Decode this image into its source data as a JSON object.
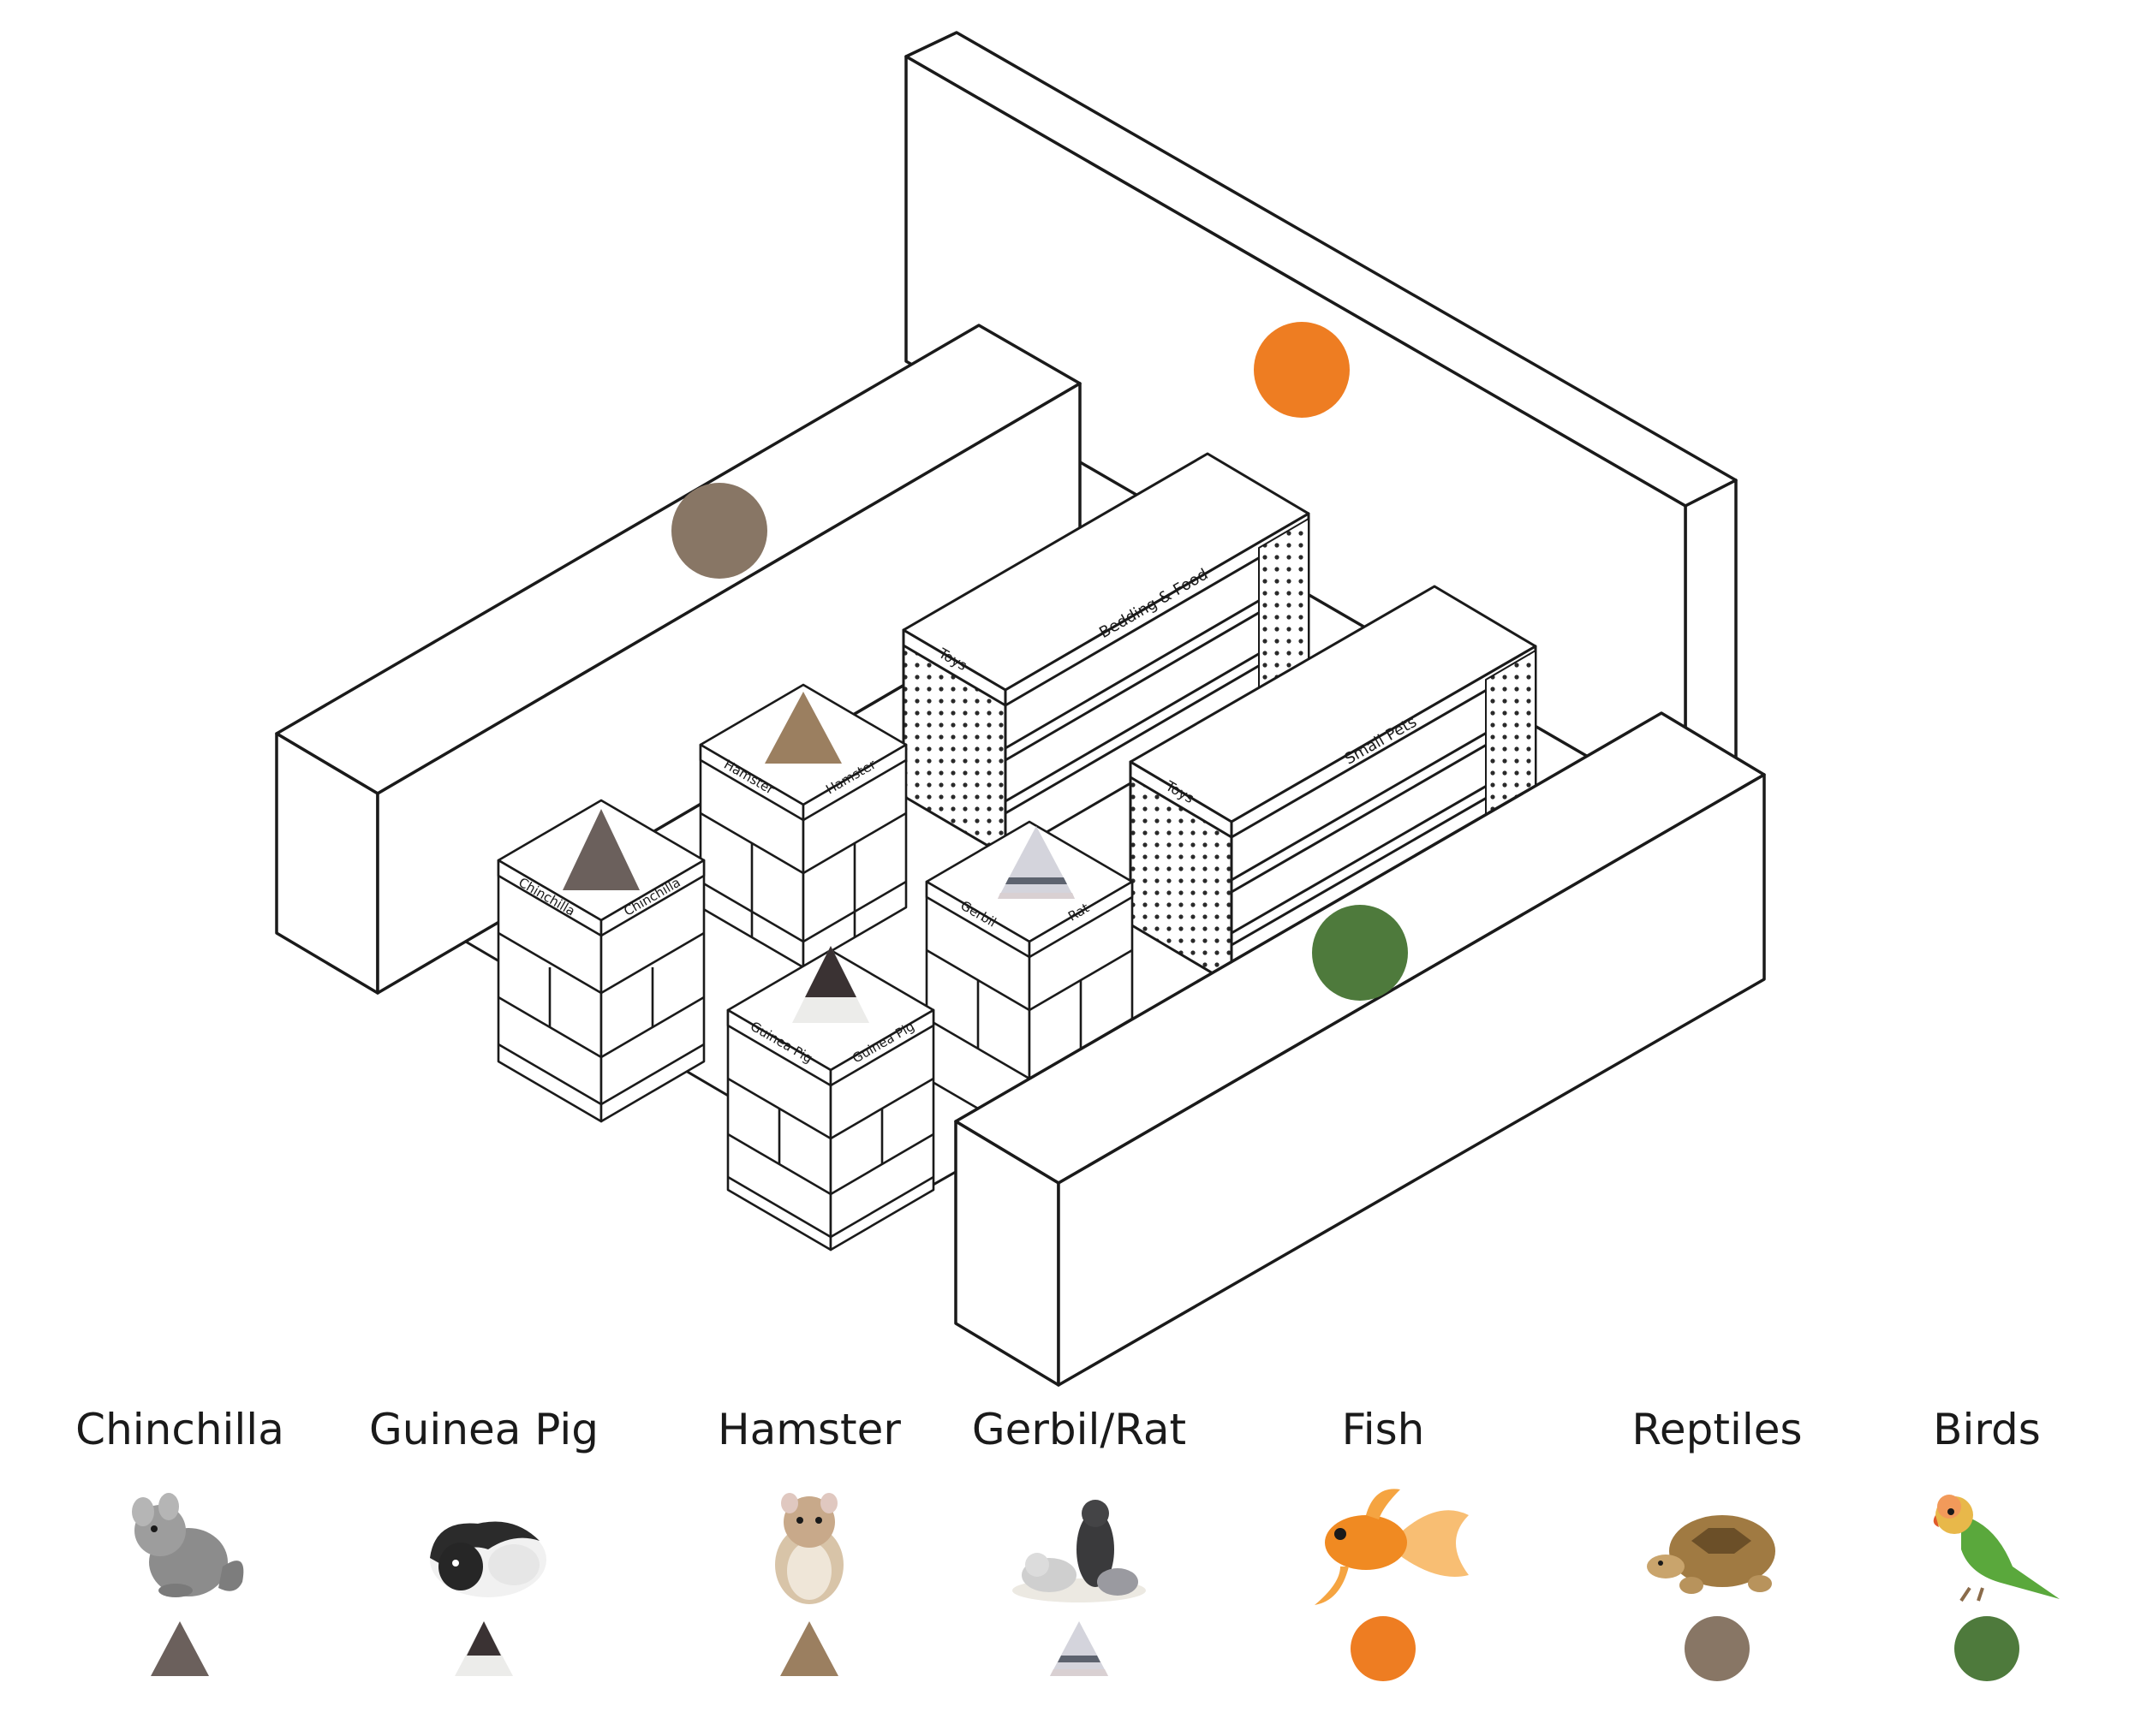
{
  "colors": {
    "fish": "#ee7d22",
    "reptiles": "#887665",
    "birds": "#4e7a3c",
    "chinchilla": "#6b605c",
    "hamster": "#9b7f60",
    "guinea_pig_dark": "#3a3233",
    "guinea_pig_light": "#ececea",
    "gerbil_light": "#d4d4dc",
    "gerbil_band": "#5d636f",
    "gerbil_base": "#d9d0d2",
    "line": "#1a1a1a"
  },
  "shelf_labels": {
    "bedding_food": "Bedding & Food",
    "small_pets": "Small Pets",
    "toys_left": "Toys",
    "toys_right": "Toys"
  },
  "cage_labels": {
    "hamster_a": "Hamster",
    "hamster_b": "Hamster",
    "chinchilla_a": "Chinchilla",
    "chinchilla_b": "Chinchilla",
    "gerbil_a": "Gerbil",
    "gerbil_b": "Rat",
    "guinea_a": "Guinea Pig",
    "guinea_b": "Guinea Pig"
  },
  "legend": [
    {
      "label": "Chinchilla",
      "marker": "triangle-chinchilla",
      "icon": "chinchilla-photo"
    },
    {
      "label": "Guinea Pig",
      "marker": "triangle-guinea-pig",
      "icon": "guinea-pig-photo"
    },
    {
      "label": "Hamster",
      "marker": "triangle-hamster",
      "icon": "hamster-photo"
    },
    {
      "label": "Gerbil/Rat",
      "marker": "triangle-gerbil-rat",
      "icon": "gerbil-rat-photo"
    },
    {
      "label": "Fish",
      "marker": "circle-fish",
      "icon": "goldfish-photo"
    },
    {
      "label": "Reptiles",
      "marker": "circle-reptiles",
      "icon": "tortoise-photo"
    },
    {
      "label": "Birds",
      "marker": "circle-birds",
      "icon": "parrot-photo"
    }
  ]
}
